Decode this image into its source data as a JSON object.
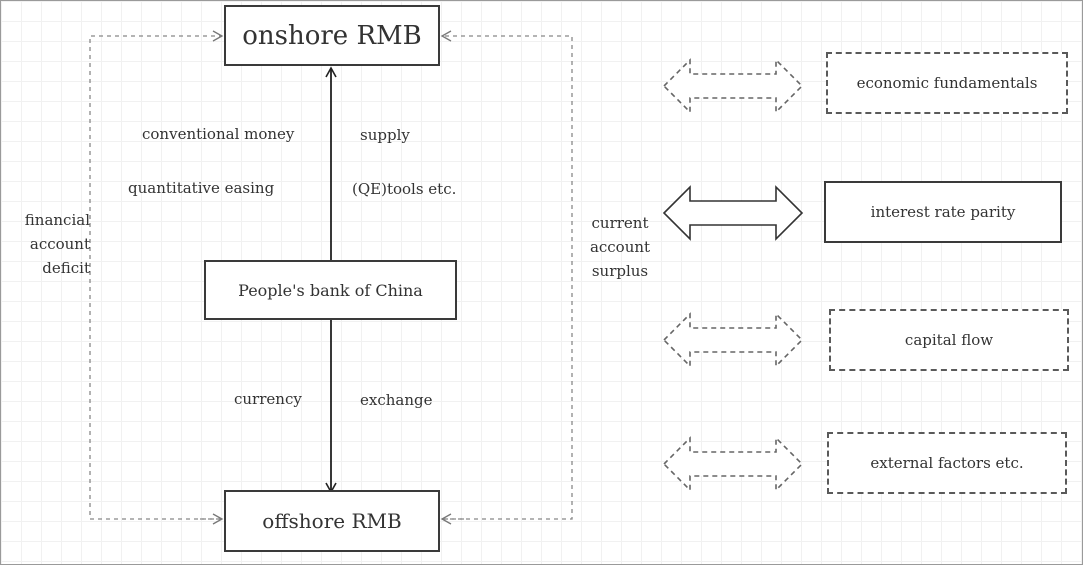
{
  "nodes": {
    "onshore": "onshore RMB",
    "pboc": "People's bank of China",
    "offshore": "offshore RMB",
    "economic": "economic fundamentals",
    "interest": "interest rate parity",
    "capital": "capital flow",
    "external": "external factors etc."
  },
  "labels": {
    "conventional_money": "conventional money",
    "supply": "supply",
    "quantitative_easing": "quantitative easing",
    "qe_tools": "(QE)tools etc.",
    "currency": "currency",
    "exchange": "exchange",
    "financial_account_deficit": [
      "financial",
      "account",
      "deficit"
    ],
    "current_account_surplus": [
      "current",
      "account",
      "surplus"
    ]
  }
}
